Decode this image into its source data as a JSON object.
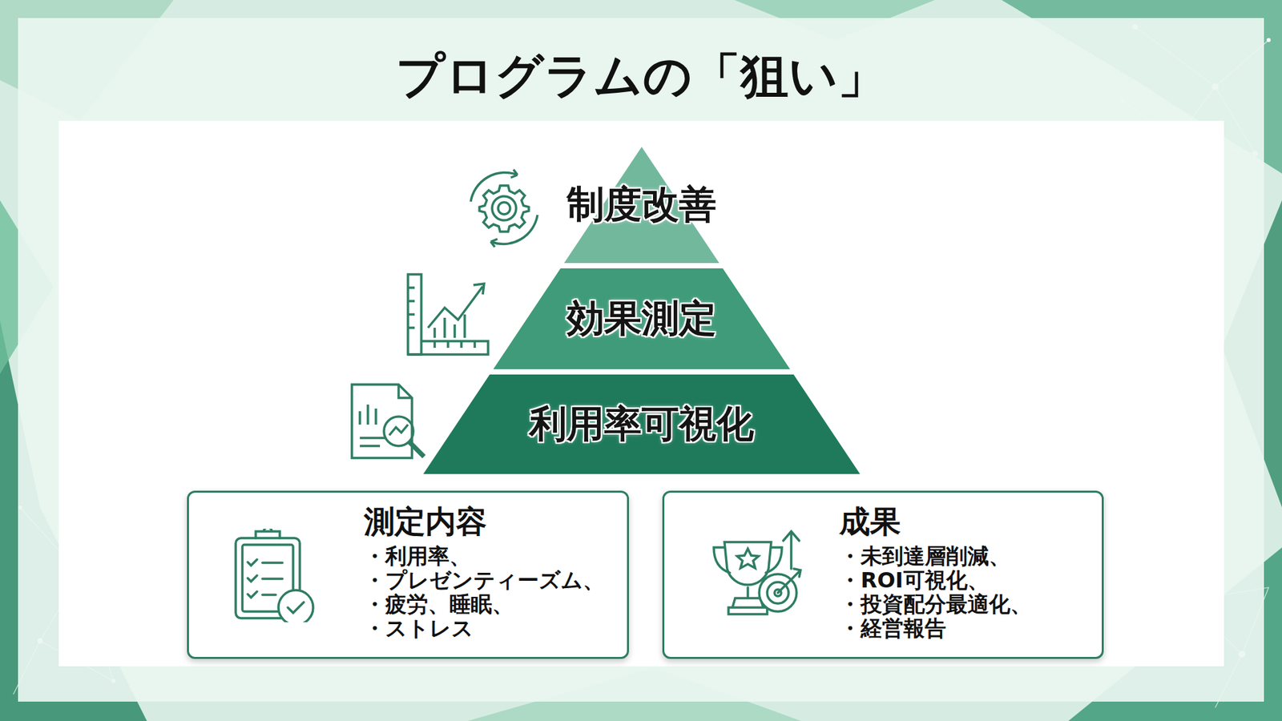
{
  "diagram": {
    "title": "プログラムの「狙い」",
    "nodes": [
      {
        "text": [
          "制度改善"
        ]
      },
      {
        "text": [
          "効果測定"
        ]
      },
      {
        "text": [
          "利用率可視化"
        ]
      },
      {
        "text": [
          "測定内容",
          "・利用率、",
          "・プレゼンティーズム、",
          "・疲労、睡眠、",
          "・ストレス"
        ]
      },
      {
        "text": [
          "成果",
          "・未到達層削減、",
          "・ROI可視化、",
          "・投資配分最適化、",
          "・経営報告"
        ]
      }
    ]
  }
}
